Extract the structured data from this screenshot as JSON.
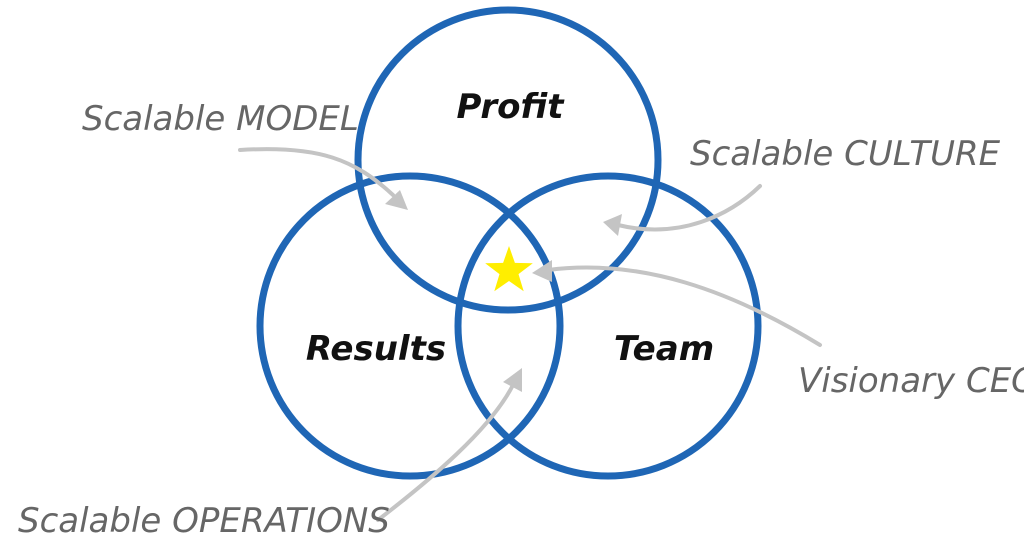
{
  "circles": {
    "profit": "Profit",
    "results": "Results",
    "team": "Team"
  },
  "annotations": {
    "model": "Scalable MODEL",
    "culture": "Scalable CULTURE",
    "ceo": "Visionary CEO",
    "operations": "Scalable OPERATIONS"
  },
  "colors": {
    "circle_stroke": "#1f66b5",
    "arrow": "#c4c4c4",
    "star": "#ffee00"
  },
  "icons": {
    "center": "star-icon"
  }
}
